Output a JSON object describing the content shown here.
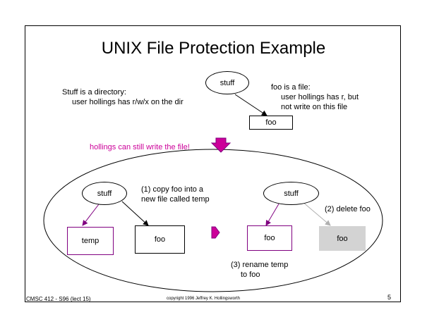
{
  "title": "UNIX File Protection Example",
  "top": {
    "stuff_label": "stuff",
    "foo_label": "foo",
    "dir_note": [
      "Stuff is a directory:",
      "user hollings has r/w/x on the dir"
    ],
    "file_note": [
      "foo is a file:",
      "user hollings has r, but",
      "not write on this file"
    ]
  },
  "highlight": "hollings can still write the file!",
  "steps": {
    "left_stuff": "stuff",
    "temp": "temp",
    "left_foo": "foo",
    "step1": [
      "(1) copy foo into a",
      "new file called temp"
    ],
    "right_stuff": "stuff",
    "right_foo": "foo",
    "deleted_foo": "foo",
    "step2": "(2) delete foo",
    "step3": [
      "(3) rename temp",
      "to foo"
    ]
  },
  "footer": {
    "course": "CMSC 412 - S96 (lect 15)",
    "copyright": "copyright 1996 Jeffrey K. Hollingsworth",
    "page": "5"
  },
  "colors": {
    "purple": "#800080",
    "magenta": "#cc0099",
    "gray_box": "#d3d3d3",
    "gray_arrow": "#b0b0b0"
  }
}
